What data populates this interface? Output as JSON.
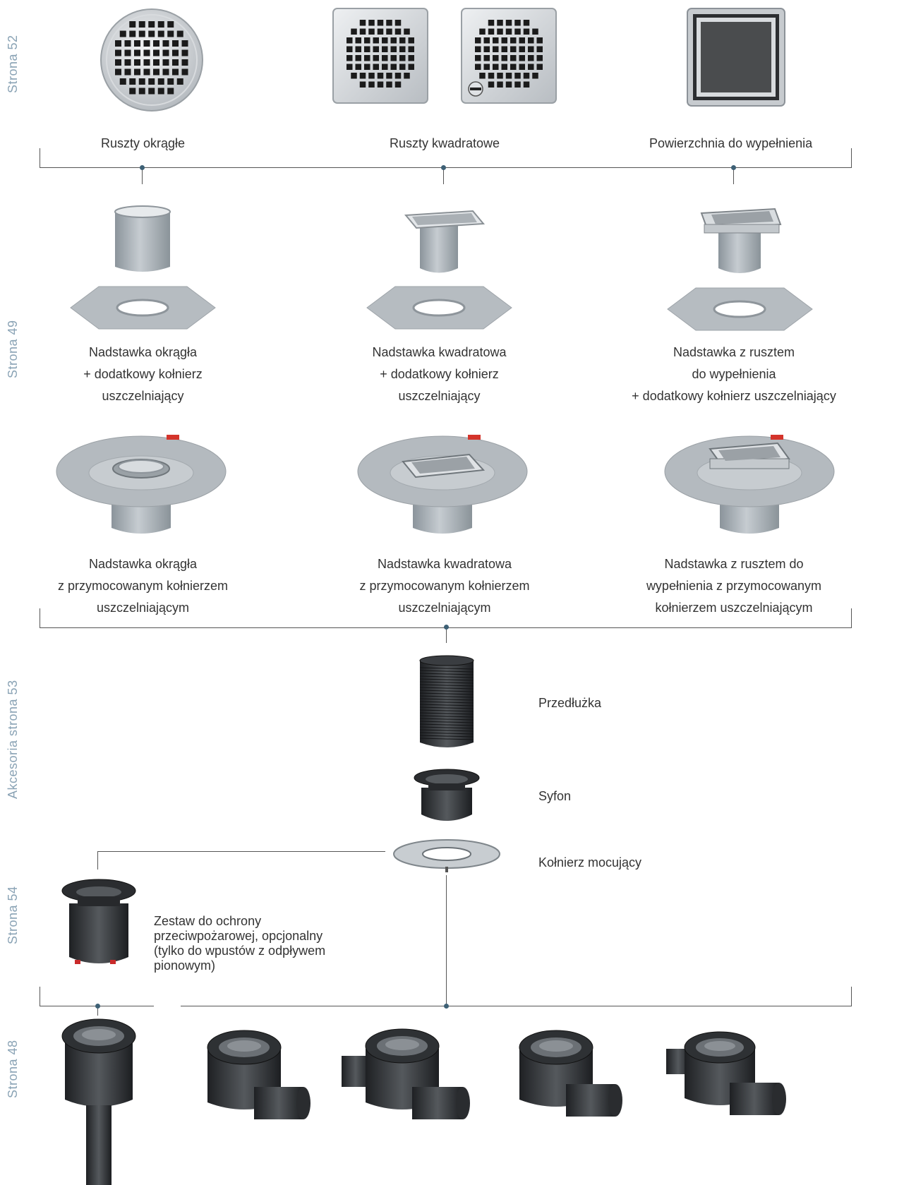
{
  "side_labels": {
    "s52": "Strona 52",
    "s49": "Strona 49",
    "acc": "Akcesoria strona 53",
    "s54": "Strona 54",
    "s48": "Strona 48"
  },
  "gratings": {
    "round": "Ruszty okrągłe",
    "square": "Ruszty kwadratowe",
    "fill": "Powierzchnia do wypełnienia"
  },
  "adapters_loose": {
    "round": [
      "Nadstawka okrągła",
      "+ dodatkowy kołnierz",
      "uszczelniający"
    ],
    "square": [
      "Nadstawka kwadratowa",
      "+ dodatkowy kołnierz",
      "uszczelniający"
    ],
    "fill": [
      "Nadstawka z rusztem",
      "do wypełnienia",
      "+ dodatkowy kołnierz uszczelniający"
    ]
  },
  "adapters_fixed": {
    "round": [
      "Nadstawka okrągła",
      "z przymocowanym kołnierzem",
      "uszczelniającym"
    ],
    "square": [
      "Nadstawka kwadratowa",
      "z przymocowanym kołnierzem",
      "uszczelniającym"
    ],
    "fill": [
      "Nadstawka z rusztem do",
      "wypełnienia z przymocowanym",
      "kołnierzem uszczelniającym"
    ]
  },
  "accessories": {
    "extension": "Przedłużka",
    "siphon": "Syfon",
    "flange": "Kołnierz mocujący"
  },
  "fire_kit": [
    "Zestaw do ochrony",
    "przeciwpożarowej, opcjonalny",
    "(tylko do wpustów z odpływem",
    "pionowym)"
  ],
  "colors": {
    "side_label": "#8aa3b5",
    "connector_dot": "#3d6075",
    "steel": "#c9ced3",
    "body_black": "#2f3236"
  },
  "icons": [
    "round-grating-icon",
    "square-grating-icon",
    "square-grating-lock-icon",
    "tile-insert-grating-icon",
    "drain-body-icon"
  ]
}
